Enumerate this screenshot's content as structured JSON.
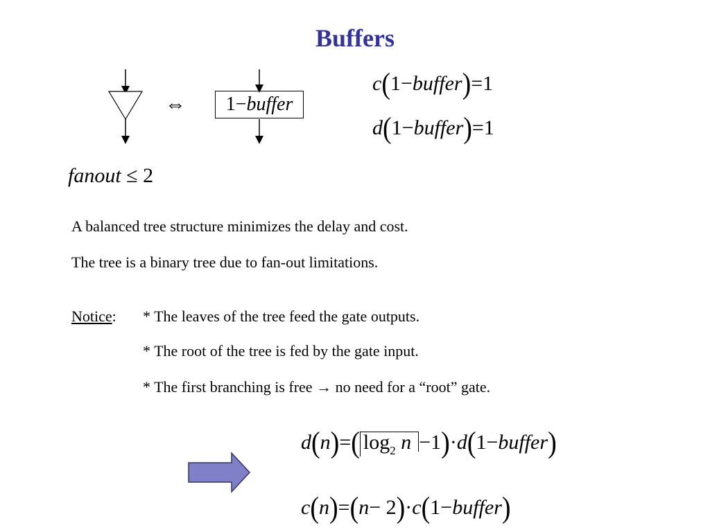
{
  "slide": {
    "title": "Buffers",
    "equivalence_symbol": "⇔",
    "box_label": {
      "one": "1",
      "minus": "−",
      "var": "buffer"
    },
    "cost_eq": {
      "var": "c",
      "one": "1",
      "minus": "−",
      "buffer": "buffer",
      "eq": "=",
      "rhs": "1"
    },
    "delay_eq": {
      "var": "d",
      "one": "1",
      "minus": "−",
      "buffer": "buffer",
      "eq": "=",
      "rhs": "1"
    },
    "fanout": {
      "var": "fanout",
      "op": "≤",
      "val": "2"
    },
    "lines": [
      "A balanced tree structure minimizes the delay and cost.",
      "The tree is a binary tree due to fan-out limitations."
    ],
    "notice": {
      "label": "Notice",
      "colon": ":",
      "items": [
        "* The leaves of the tree feed the gate outputs.",
        "* The root of the tree is fed by the gate input.",
        "* The first branching is free → no need for a “root” gate."
      ]
    },
    "formula_d": {
      "d": "d",
      "n": "n",
      "eq": "=",
      "log": "log",
      "base": "2",
      "minus_one": "−1",
      "dot": "·",
      "one": "1",
      "minus": "−",
      "buffer": "buffer"
    },
    "formula_c": {
      "c": "c",
      "n": "n",
      "eq": "=",
      "minus_two": "− 2",
      "dot": "·",
      "one": "1",
      "minus": "−",
      "buffer": "buffer"
    },
    "colors": {
      "title": "#333399",
      "arrow_fill": "#8080c8",
      "arrow_stroke": "#333366"
    }
  }
}
